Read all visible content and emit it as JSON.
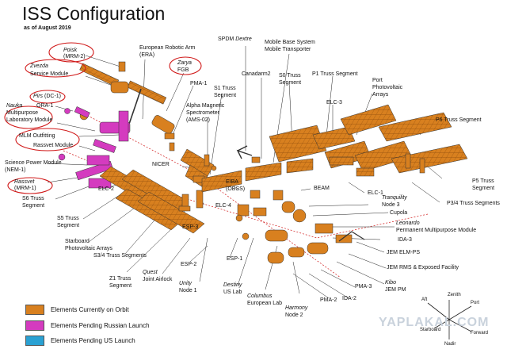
{
  "title": "ISS Configuration",
  "subtitle": "as of August 2019",
  "colors": {
    "on_orbit": "#d8801f",
    "pending_russian": "#d43bbf",
    "pending_us": "#2aa1d3",
    "annotation_red": "#d01818"
  },
  "labels": {
    "poisk": "Poisk",
    "poisk_code": "(MRM-2)",
    "zvezda": "Zvezda",
    "service_module": "Service Module",
    "pirs": "Pirs",
    "pirs_code": "(DC-1)",
    "ora": "ORA-1",
    "nauka": "Nauka",
    "mlm_line1": "Multipurpose",
    "mlm_line2": "Laboratory Module",
    "mlm_outfitting": "MLM Outfitting",
    "rassvet_module": "Rassvet Module",
    "science_power_1": "Science Power Module",
    "science_power_2": "(NEM-1)",
    "rassvet": "Rassvet",
    "rassvet_code": "(MRM-1)",
    "s6_1": "S6 Truss",
    "s6_2": "Segment",
    "s5_1": "S5 Truss",
    "s5_2": "Segment",
    "starboard_1": "Starboard",
    "starboard_2": "Photovoltaic Arrays",
    "s34": "S3/4 Truss Segments",
    "z1_1": "Z1 Truss",
    "z1_2": "Segment",
    "quest": "Quest",
    "joint_airlock": "Joint Airlock",
    "unity": "Unity",
    "node1": "Node 1",
    "destiny": "Destiny",
    "us_lab": "US Lab",
    "columbus": "Columbus",
    "european_lab": "European Lab",
    "harmony": "Harmony",
    "node2": "Node 2",
    "era_1": "European Robotic Arm",
    "era_2": "(ERA)",
    "zarya": "Zarya",
    "fgb": "FGB",
    "pma1": "PMA-1",
    "s1_1": "S1 Truss",
    "s1_2": "Segment",
    "ams_1": "Alpha Magnetic",
    "ams_2": "Spectrometer",
    "ams_3": "(AMS-02)",
    "spdm": "SPDM",
    "dextre": "Dextre",
    "canadarm2": "Canadarm2",
    "mbs_1": "Mobile Base System",
    "mbs_2": "Mobile Transporter",
    "s0_1": "S0 Truss",
    "s0_2": "Segment",
    "p1": "P1 Truss Segment",
    "port_1": "Port",
    "port_2": "Photovoltaic",
    "port_3": "Arrays",
    "elc3": "ELC-3",
    "p6": "P6 Truss Segment",
    "nicer": "NICER",
    "elc2": "ELC-2",
    "eiba_1": "EIBA",
    "eiba_2": "(OBSS)",
    "elc1": "ELC-1",
    "p5_1": "P5 Truss",
    "p5_2": "Segment",
    "p34": "P3/4 Truss Segments",
    "beam": "BEAM",
    "tranquility": "Tranquility",
    "node3": "Node 3",
    "elc4": "ELC-4",
    "esp3": "ESP-3",
    "cupola": "Cupola",
    "leonardo": "Leonardo",
    "pmm": "Permanent Multipurpose Module",
    "ida3": "IDA-3",
    "jem_elm": "JEM ELM-PS",
    "esp2": "ESP-2",
    "esp1": "ESP-1",
    "jem_rms": "JEM RMS & Exposed Facility",
    "kibo": "Kibo",
    "jem_pm": "JEM PM",
    "pma3": "PMA-3",
    "ida2": "IDA-2",
    "pma2": "PMA-2"
  },
  "legend": [
    {
      "label": "Elements Currently on Orbit",
      "color": "#d8801f"
    },
    {
      "label": "Elements Pending Russian Launch",
      "color": "#d43bbf"
    },
    {
      "label": "Elements Pending US Launch",
      "color": "#2aa1d3"
    }
  ],
  "axes": {
    "aft": "Aft",
    "zenith": "Zenith",
    "port": "Port",
    "starboard": "Starboard",
    "forward": "Forward",
    "nadir": "Nadir"
  },
  "watermark": "YAPLAKAL.COM"
}
